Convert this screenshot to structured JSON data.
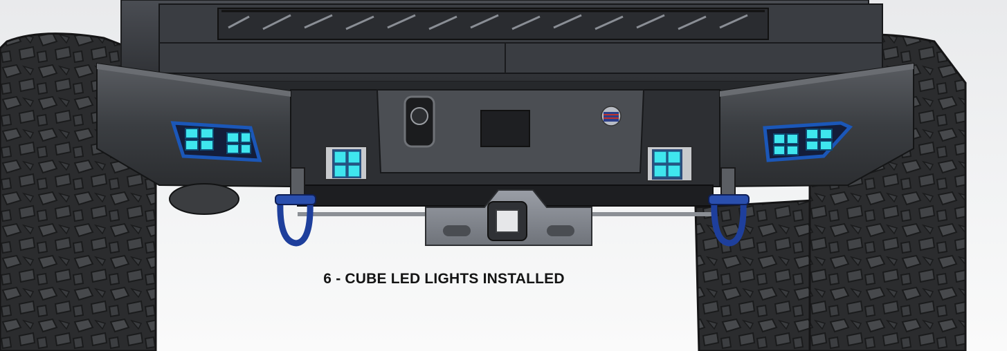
{
  "caption": "6 - CUBE LED LIGHTS INSTALLED",
  "colors": {
    "led": "#3fe6ee",
    "led_frame": "#1b57b8",
    "shackle": "#1e3f9c",
    "bumper": "#3d4044",
    "tire": "#2a2b2d"
  },
  "icons": [
    "tire",
    "bumper",
    "led-cube-light",
    "shackle",
    "hitch-receiver",
    "license-plate-light",
    "flag-badge"
  ]
}
